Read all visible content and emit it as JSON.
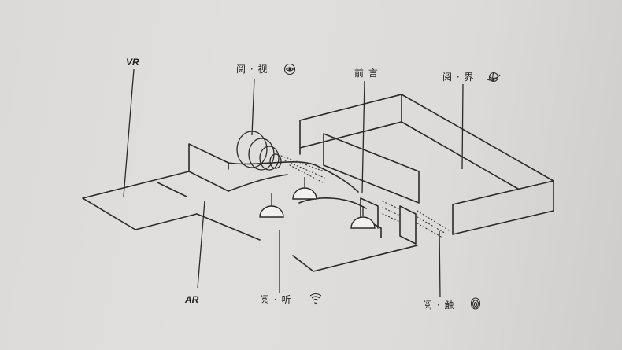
{
  "labels": {
    "vr": "VR",
    "ar": "AR",
    "view": "阅 · 视",
    "listen": "阅 · 听",
    "preface": "前 言",
    "world": "阅 · 界",
    "touch": "阅 · 触"
  },
  "icons": {
    "view": "eye-icon",
    "listen": "sound-wave-icon",
    "world": "globe-icon",
    "touch": "fingerprint-icon"
  }
}
